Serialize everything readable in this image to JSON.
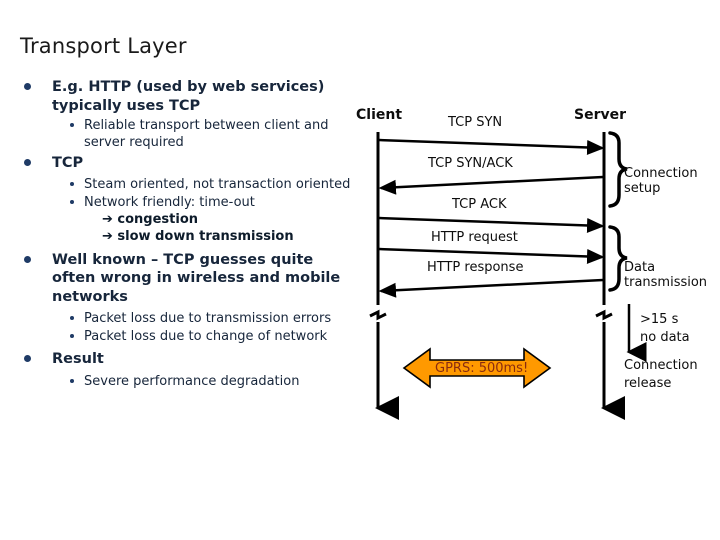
{
  "slide": {
    "title": "Transport Layer"
  },
  "bullets": [
    {
      "level": 1,
      "text": "E.g. HTTP (used by web services) typically uses TCP"
    },
    {
      "level": 2,
      "text": "Reliable transport between client and server required"
    },
    {
      "level": 1,
      "text": "TCP"
    },
    {
      "level": 2,
      "text": "Steam oriented, not transaction oriented"
    },
    {
      "level": 2,
      "text": "Network friendly: time-out",
      "sublines": [
        "➔ congestion",
        "➔ slow down transmission"
      ]
    },
    {
      "level": 1,
      "text": "Well known – TCP guesses quite often wrong in wireless and mobile networks"
    },
    {
      "level": 2,
      "text": "Packet loss due to transmission errors"
    },
    {
      "level": 2,
      "text": "Packet loss due to change of network"
    },
    {
      "level": 1,
      "text": "Result"
    },
    {
      "level": 2,
      "text": "Severe performance degradation"
    }
  ],
  "diagram": {
    "type": "sequence",
    "actors": {
      "left": "Client",
      "right": "Server"
    },
    "messages": [
      {
        "label": "TCP SYN",
        "direction": "right"
      },
      {
        "label": "TCP SYN/ACK",
        "direction": "left"
      },
      {
        "label": "TCP ACK",
        "direction": "right"
      },
      {
        "label": "HTTP request",
        "direction": "right"
      },
      {
        "label": "HTTP response",
        "direction": "left"
      }
    ],
    "braces": [
      {
        "label": "Connection setup"
      },
      {
        "label": "Data transmission"
      }
    ],
    "timeout": {
      "label": "&gt;15 s no data",
      "line1": ">15 s",
      "line2": "no data"
    },
    "release": {
      "line1": "Connection",
      "line2": "release"
    },
    "gprs_arrow": {
      "label": "GPRS: 500ms!",
      "fill_color": "#FF9900",
      "text_color": "#8a2b10",
      "stroke_color": "#000000"
    }
  }
}
